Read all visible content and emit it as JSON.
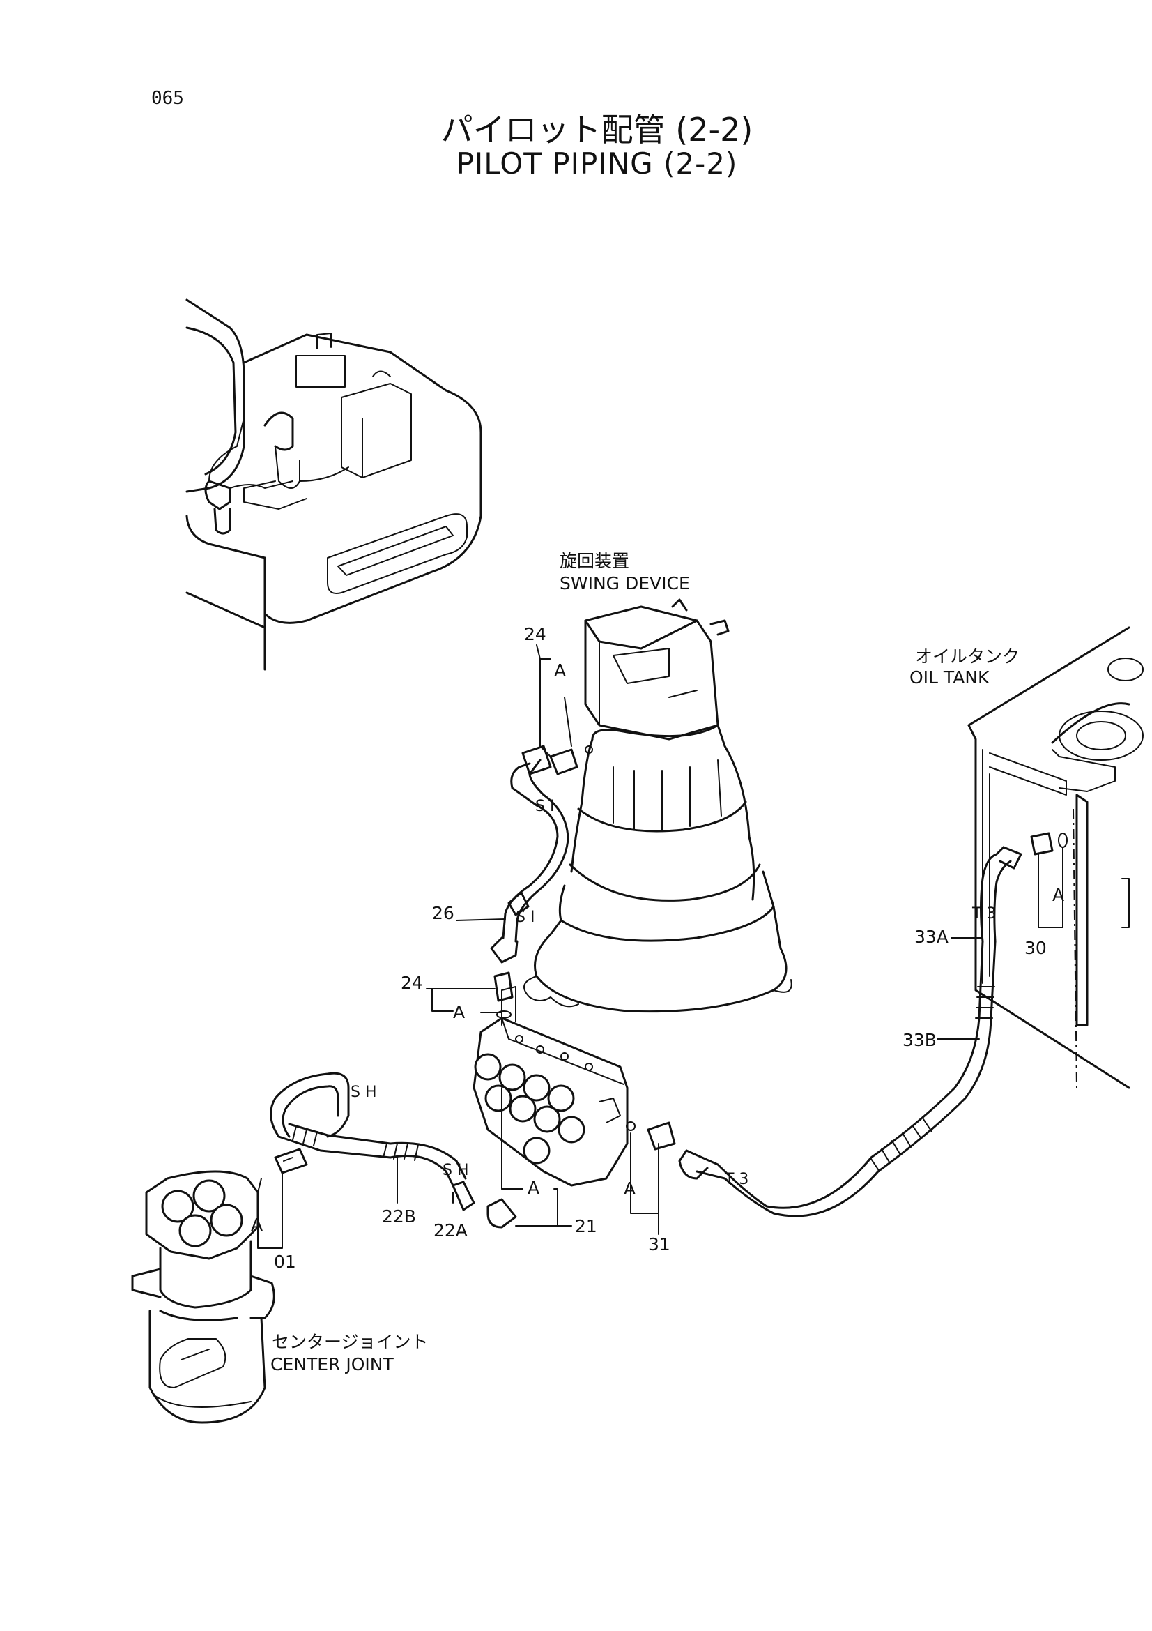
{
  "page_number": "065",
  "title_jp": "パイロット配管 (2-2)",
  "title_en": "PILOT PIPING (2-2)",
  "components": {
    "swing_device": {
      "jp": "旋回装置",
      "en": "SWING DEVICE"
    },
    "oil_tank": {
      "jp": "オイルタンク",
      "en": "OIL TANK"
    },
    "center_joint": {
      "jp": "センタージョイント",
      "en": "CENTER JOINT"
    }
  },
  "part_numbers": {
    "p24_top": "24",
    "p24_mid": "24",
    "p26": "26",
    "p21": "21",
    "p22A": "22A",
    "p22B": "22B",
    "p01": "01",
    "p31": "31",
    "p30": "30",
    "p33A": "33A",
    "p33B": "33B"
  },
  "marks": {
    "a": "A",
    "si": "S I",
    "sh": "S H",
    "t3": "T 3"
  }
}
